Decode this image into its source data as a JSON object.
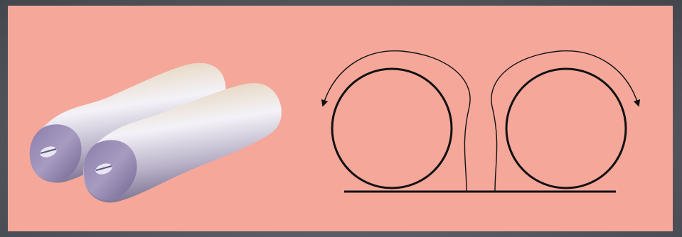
{
  "figure": {
    "background_color": "#f5a79a",
    "frame_color": "#55575f",
    "illustrations": {
      "left": "two-rollers-3d-icon",
      "right": "counter-rotating-rollers-diagram"
    },
    "roller_colors": {
      "highlight": "#f2f0f6",
      "mid": "#b6b0c6",
      "shadow": "#7a7090",
      "top": "#b8955e"
    },
    "rotation": {
      "left_roller": "counterclockwise",
      "right_roller": "clockwise"
    }
  }
}
